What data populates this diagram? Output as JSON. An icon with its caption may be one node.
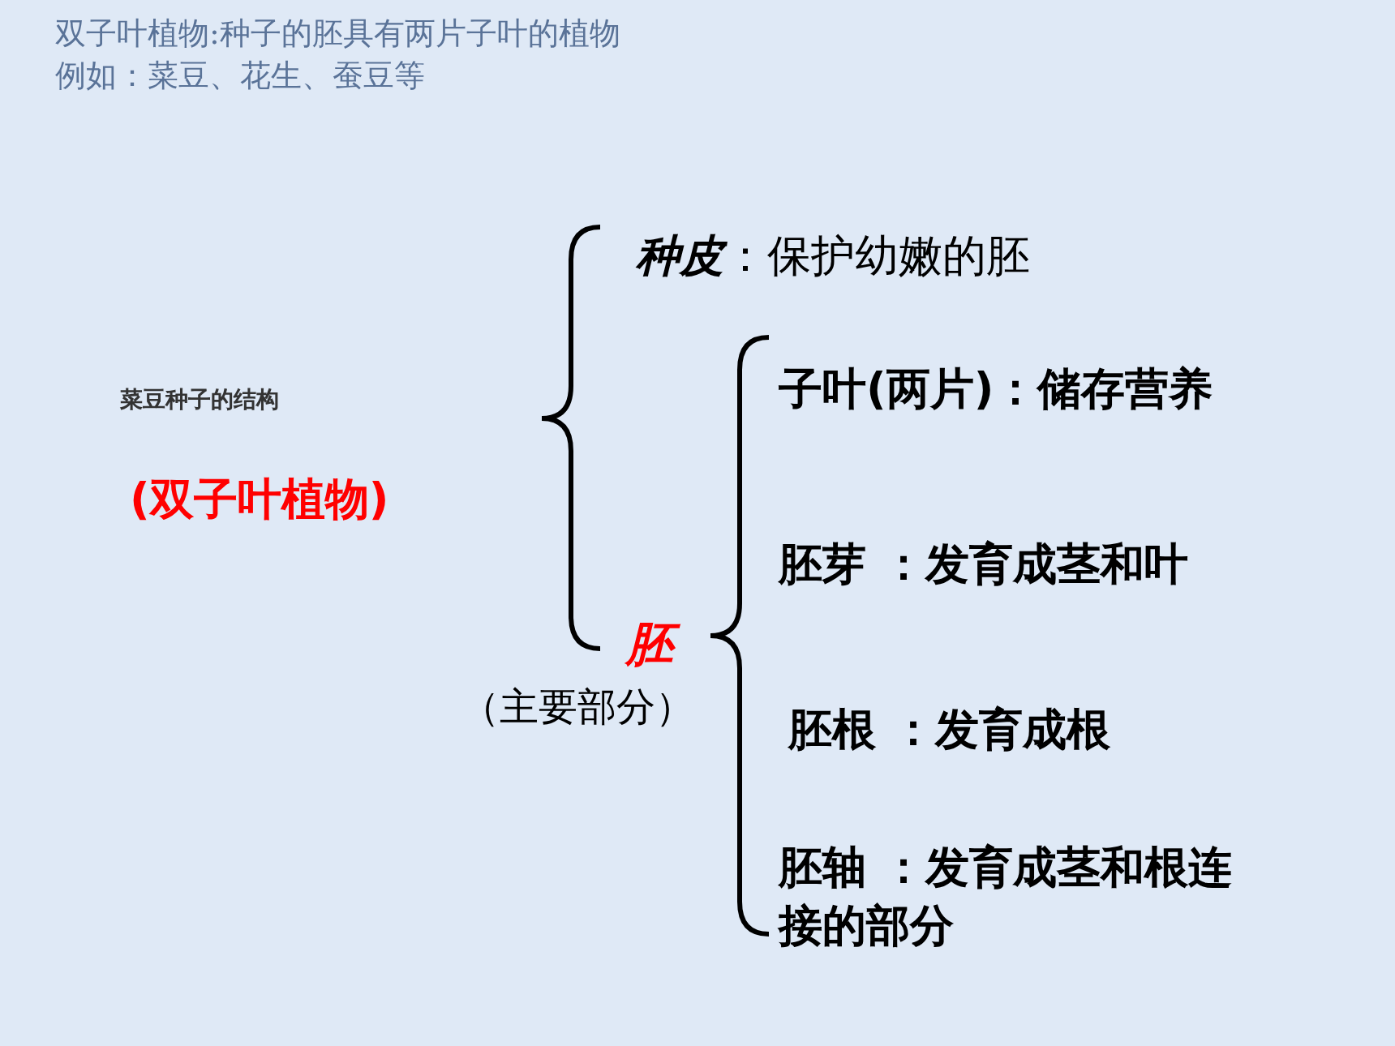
{
  "diagram": {
    "labels": [
      "双子叶植物:种子的胚具有两片子叶的植物",
      "例如：菜豆、花生、蚕豆等",
      "**种皮**：保护幼嫩的胚",
      "菜豆种子的结构",
      "子叶(两片)：储存营养",
      "(双子叶植物)",
      "胚芽 ：发育成茎和叶",
      "胚",
      "（主要部分）",
      "胚根 ：发育成根",
      "胚轴 ：发育成茎和根连接的部分"
    ]
  }
}
